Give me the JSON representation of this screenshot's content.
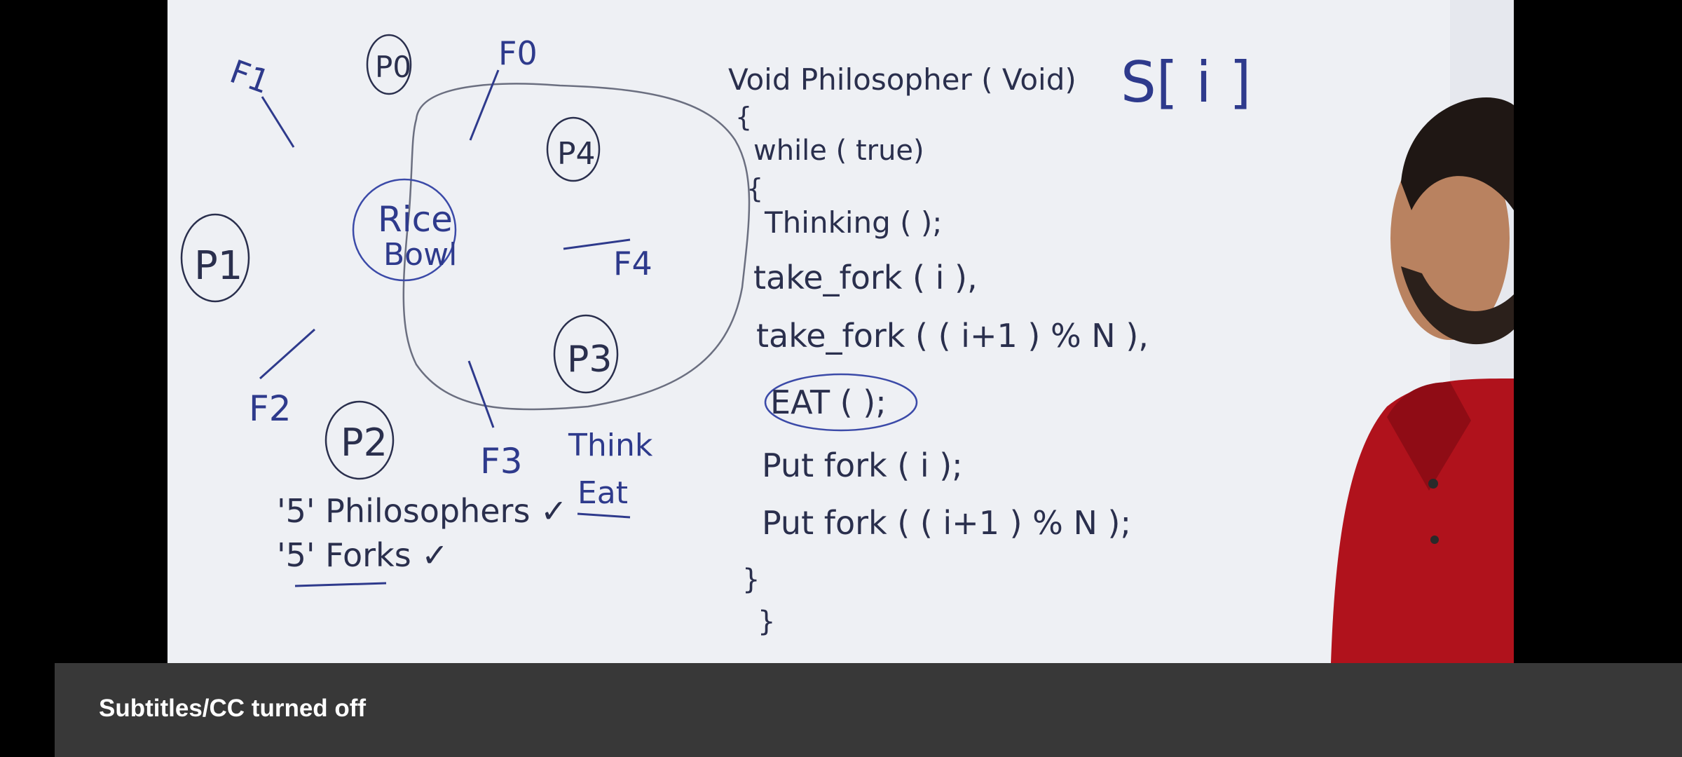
{
  "player": {
    "subtitle_status": "Subtitles/CC turned off"
  },
  "whiteboard": {
    "diagram": {
      "center_label_line1": "Rice",
      "center_label_line2": "Bowl",
      "philosophers": [
        "P0",
        "P1",
        "P2",
        "P3",
        "P4"
      ],
      "forks": [
        "F0",
        "F1",
        "F2",
        "F3",
        "F4"
      ],
      "side_note_line1": "Think",
      "side_note_line2": "Eat",
      "count_line1": "'5' Philosophers ✓",
      "count_line2": "'5' Forks ✓"
    },
    "code": {
      "lines": [
        "Void Philosopher ( Void)",
        "{",
        "while ( true)",
        "{",
        "Thinking ( );",
        "take_fork ( i ),",
        "take_fork ( ( i+1 ) % N ),",
        "EAT ( );",
        "Put fork ( i );",
        "Put fork ( ( i+1 ) % N );",
        "}",
        "}"
      ],
      "semaphore_label": "S[ i ]"
    }
  },
  "colors": {
    "board": "#eef0f4",
    "marker_blue": "#2e3a8c",
    "marker_dark": "#2a2f4d",
    "subtitle_bar": "#383838",
    "shirt_red": "#b0121c"
  }
}
